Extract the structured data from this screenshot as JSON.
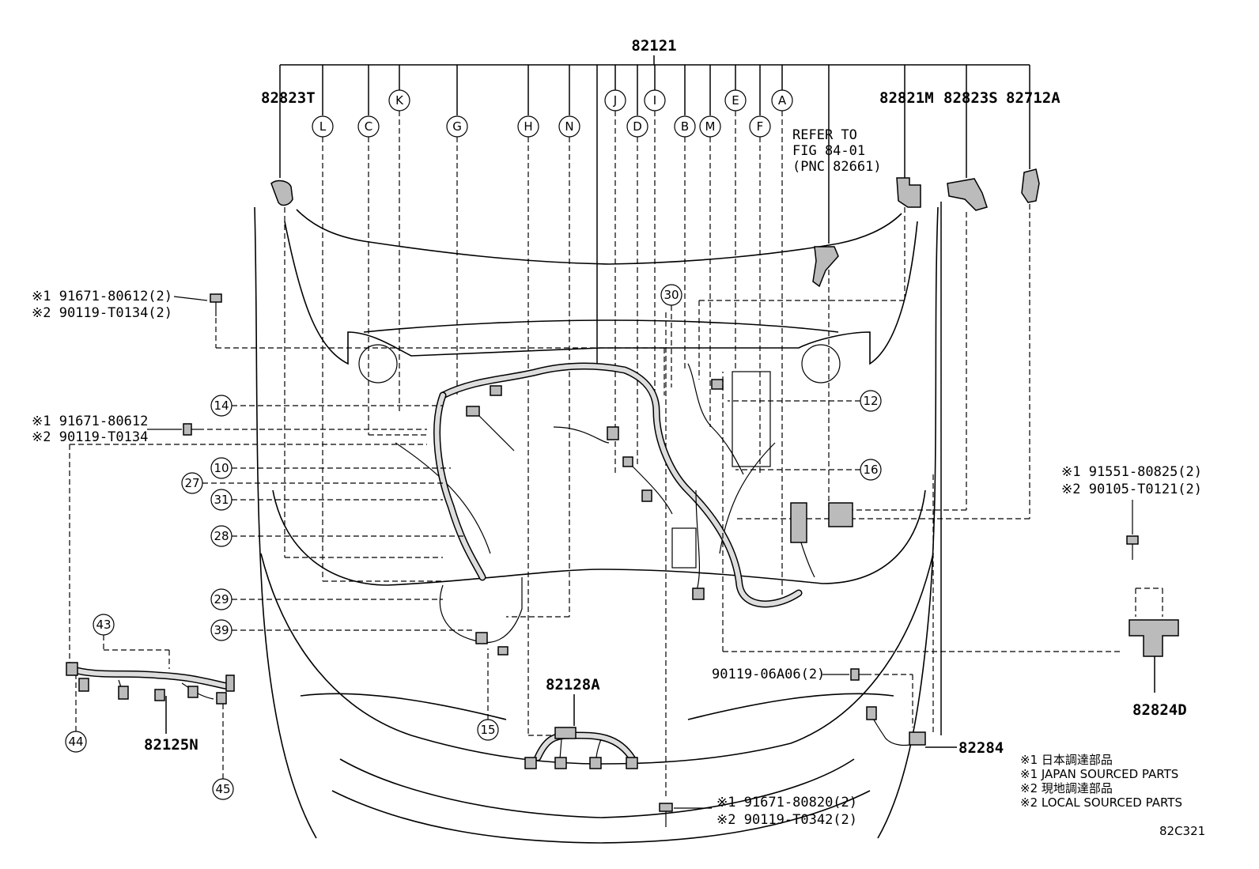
{
  "main_part": "82121",
  "top_left_part": "82823T",
  "top_right_parts": [
    "82821M",
    "82823S",
    "82712A"
  ],
  "letter_callouts": [
    "L",
    "C",
    "K",
    "G",
    "H",
    "N",
    "J",
    "I",
    "D",
    "B",
    "M",
    "E",
    "F",
    "A"
  ],
  "refer_note": [
    "REFER TO",
    "FIG 84-01",
    "(PNC 82661)"
  ],
  "left_bolt_1": [
    "※1 91671-80612(2)",
    "※2 90119-T0134(2)"
  ],
  "left_bolt_2": [
    "※1 91671-80612",
    "※2 90119-T0134"
  ],
  "right_bolt": [
    "※1 91551-80825(2)",
    "※2 90105-T0121(2)"
  ],
  "bottom_bolt": [
    "※1 91671-80820(2)",
    "※2 90119-T0342(2)"
  ],
  "mid_bolt": "90119-06A06(2)",
  "number_callouts": [
    "30",
    "14",
    "12",
    "10",
    "16",
    "27",
    "31",
    "28",
    "29",
    "39",
    "43",
    "44",
    "45",
    "15"
  ],
  "sub_parts": {
    "harness_center": "82128A",
    "harness_left": "82125N",
    "sensor_right": "82824D",
    "sensor_bottom": "82284"
  },
  "legend": [
    "※1 日本調達部品",
    "※1 JAPAN SOURCED PARTS",
    "※2 現地調達部品",
    "※2 LOCAL SOURCED PARTS"
  ],
  "figure_id": "82C321"
}
